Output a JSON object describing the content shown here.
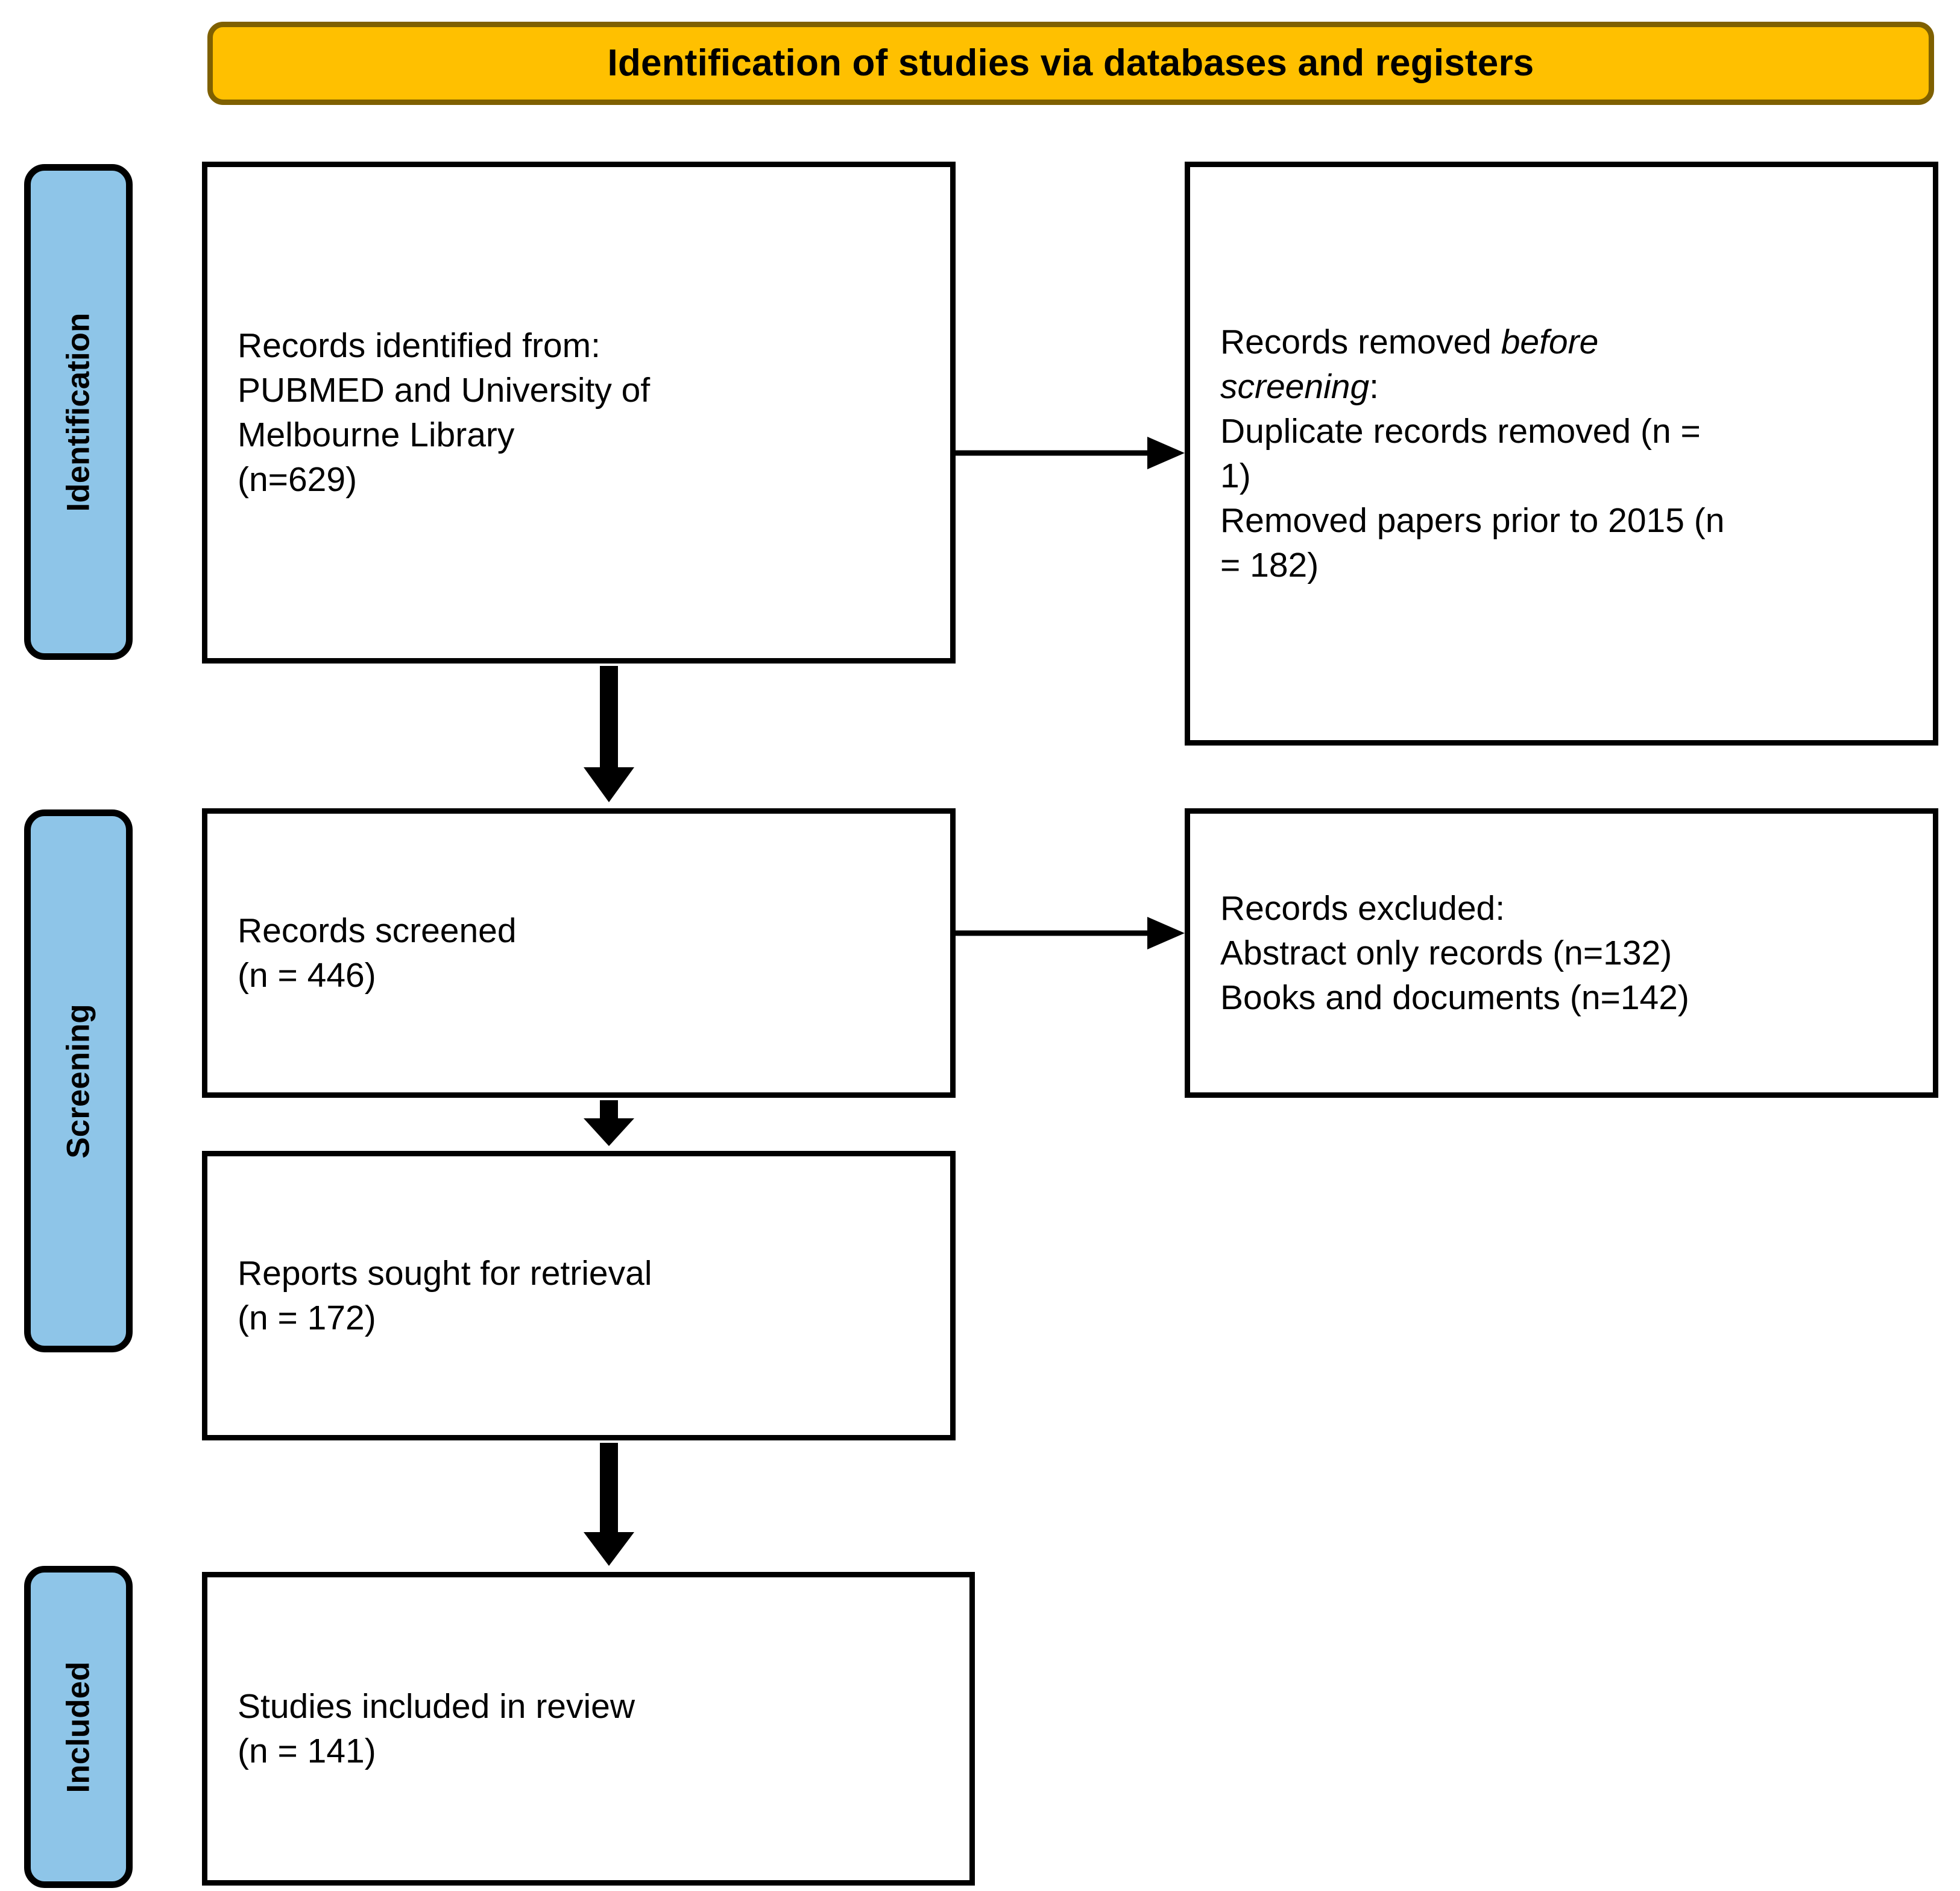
{
  "banner": {
    "title": "Identification of studies via databases and registers",
    "fill_color": "#FFC000",
    "border_color": "#7F6000"
  },
  "stages": {
    "fill_color": "#8EC5E8",
    "border_color": "#000000",
    "identification": "Identification",
    "screening": "Screening",
    "included": "Included"
  },
  "boxes": {
    "identified": {
      "line1": "Records identified from:",
      "line2": "PUBMED and University of",
      "line3": "Melbourne Library",
      "line4": "(n=629)"
    },
    "removed": {
      "line1_pre": "Records removed ",
      "line1_em": "before",
      "line2_em": "screening",
      "line2_post": ":",
      "line3": "Duplicate records removed  (n =",
      "line4": "1)",
      "line5": "Removed papers prior to 2015 (n",
      "line6": "= 182)"
    },
    "screened": {
      "line1": "Records screened",
      "line2": "(n = 446)"
    },
    "excluded": {
      "line1": "Records excluded:",
      "line2": "Abstract only records (n=132)",
      "line3": "Books and documents (n=142)"
    },
    "reports_sought": {
      "line1": "Reports sought for retrieval",
      "line2": "(n = 172)"
    },
    "included": {
      "line1": "Studies included in review",
      "line2": "(n = 141)"
    }
  },
  "chart_data": {
    "type": "diagram",
    "title": "Identification of studies via databases and registers",
    "diagram_kind": "PRISMA flow diagram",
    "stages": [
      "Identification",
      "Screening",
      "Included"
    ],
    "nodes": [
      {
        "id": "identified",
        "stage": "Identification",
        "column": "left",
        "label": "Records identified from: PUBMED and University of Melbourne Library",
        "n": 629
      },
      {
        "id": "removed",
        "stage": "Identification",
        "column": "right",
        "label": "Records removed before screening",
        "items": [
          {
            "label": "Duplicate records removed",
            "n": 1
          },
          {
            "label": "Removed papers prior to 2015",
            "n": 182
          }
        ]
      },
      {
        "id": "screened",
        "stage": "Screening",
        "column": "left",
        "label": "Records screened",
        "n": 446
      },
      {
        "id": "excluded",
        "stage": "Screening",
        "column": "right",
        "label": "Records excluded",
        "items": [
          {
            "label": "Abstract only records",
            "n": 132
          },
          {
            "label": "Books and documents",
            "n": 142
          }
        ]
      },
      {
        "id": "reports_sought",
        "stage": "Screening",
        "column": "left",
        "label": "Reports sought for retrieval",
        "n": 172
      },
      {
        "id": "included",
        "stage": "Included",
        "column": "left",
        "label": "Studies included in review",
        "n": 141
      }
    ],
    "edges": [
      {
        "from": "identified",
        "to": "removed",
        "direction": "horizontal"
      },
      {
        "from": "identified",
        "to": "screened",
        "direction": "vertical"
      },
      {
        "from": "screened",
        "to": "excluded",
        "direction": "horizontal"
      },
      {
        "from": "screened",
        "to": "reports_sought",
        "direction": "vertical"
      },
      {
        "from": "reports_sought",
        "to": "included",
        "direction": "vertical"
      }
    ]
  }
}
